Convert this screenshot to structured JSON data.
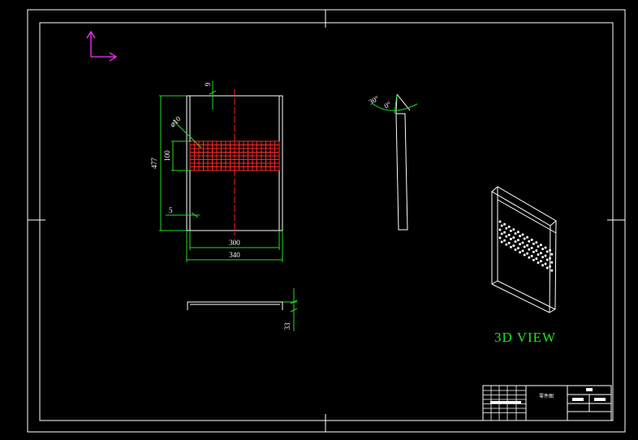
{
  "title_3d": "3D VIEW",
  "dims": {
    "top_small": "9",
    "hole": "⌀10",
    "height_total": "477",
    "grid_height": "100",
    "bottom_offset": "5",
    "inner_width": "300",
    "outer_width": "340",
    "flange": "33",
    "angle_a": "30°",
    "angle_b": "0°"
  },
  "title_block": {
    "name": "零件图"
  },
  "colors": {
    "background": "#000000",
    "frame": "#ffffff",
    "dimension": "#22dd22",
    "centerline": "#ff2020",
    "perforation": "#ff2a2a",
    "ucs": "#ff33ff",
    "label_3d": "#1ee61e"
  }
}
